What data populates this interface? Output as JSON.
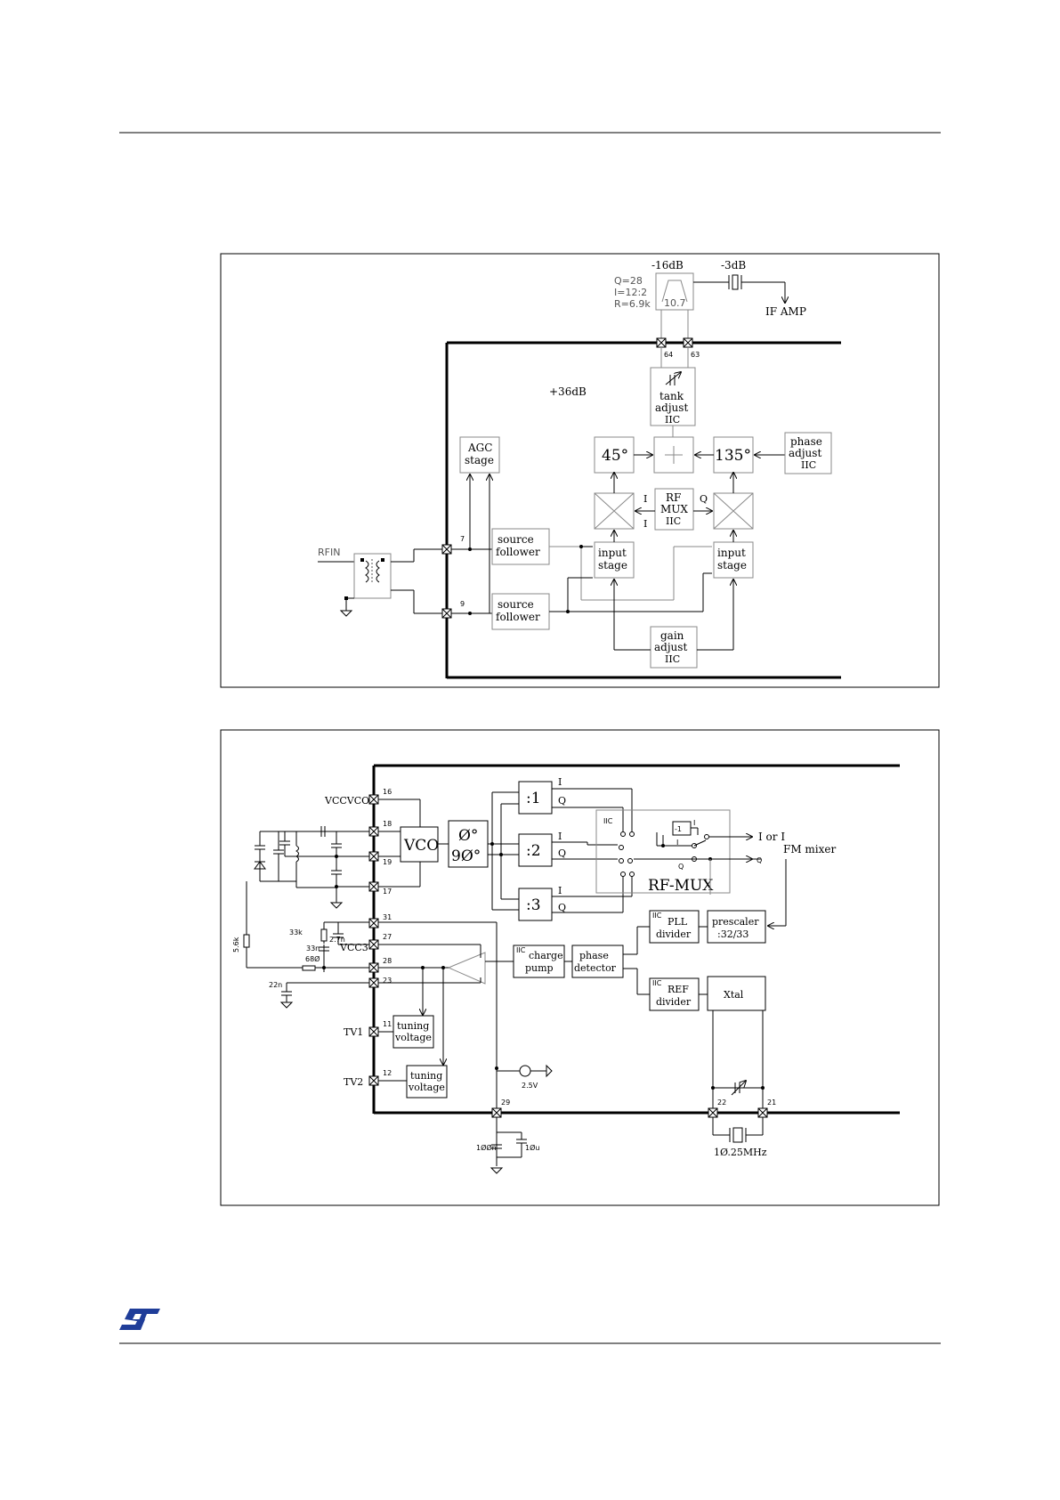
{
  "figure1": {
    "gain_label": "+36dB",
    "rfin_label": "RFIN",
    "filter": {
      "attn_label": "-16dB",
      "q_label": "Q=28",
      "i_label": "I=12:2",
      "r_label": "R=6.9k",
      "freq_label": "10.7"
    },
    "coupling_attn_label": "-3dB",
    "if_amp_label": "IF AMP",
    "pins": {
      "p64": "64",
      "p63": "63",
      "p7": "7",
      "p9": "9"
    },
    "blocks": {
      "tank_adjust": [
        "tank",
        "adjust",
        "IIC"
      ],
      "phase_45": "45°",
      "phase_135": "135°",
      "phase_adjust": [
        "phase",
        "adjust",
        "IIC"
      ],
      "agc": [
        "AGC",
        "stage"
      ],
      "rf_mux": [
        "RF",
        "MUX",
        "IIC"
      ],
      "source_follower_1": [
        "source",
        "follower"
      ],
      "source_follower_2": [
        "source",
        "follower"
      ],
      "input_stage_left": [
        "input",
        "stage"
      ],
      "input_stage_right": [
        "input",
        "stage"
      ],
      "gain_adjust": [
        "gain",
        "adjust",
        "IIC"
      ],
      "i_label": "I",
      "q_label": "Q"
    }
  },
  "figure2": {
    "pin_names": {
      "vccvco": "VCCVCO",
      "vcc3": "VCC3",
      "tv1": "TV1",
      "tv2": "TV2"
    },
    "pins": [
      "16",
      "18",
      "19",
      "17",
      "31",
      "27",
      "28",
      "23",
      "11",
      "12",
      "29",
      "22",
      "21"
    ],
    "components": {
      "r_33k": "33k",
      "r_56k": "5.6k",
      "c_27n": "2.7n",
      "c_33n": "33n",
      "r_68": "68Ø",
      "c_22n": "22n",
      "c_100n": "1ØØn",
      "c_10u": "1Øu",
      "ref_25v": "2.5V",
      "crystal": "1Ø.25MHz"
    },
    "blocks": {
      "vco": "VCO",
      "phase_0": "Ø°",
      "phase_90": "9Ø°",
      "div1": ":1",
      "div2": ":2",
      "div3": ":3",
      "iic": "IIC",
      "rf_mux": "RF-MUX",
      "inv": "-1",
      "out_iq": "I or I",
      "fm_mixer": "FM mixer",
      "out_q": "Q",
      "pll_divider": [
        "PLL",
        "divider"
      ],
      "prescaler": [
        "prescaler",
        ":32/33"
      ],
      "charge_pump": [
        "charge",
        "pump"
      ],
      "phase_detector": [
        "phase",
        "detector"
      ],
      "ref_divider": [
        "REF",
        "divider"
      ],
      "xtal": "Xtal",
      "tuning_voltage_1": [
        "tuning",
        "voltage"
      ],
      "tuning_voltage_2": [
        "tuning",
        "voltage"
      ],
      "i_label": "I",
      "q_label": "Q"
    }
  }
}
